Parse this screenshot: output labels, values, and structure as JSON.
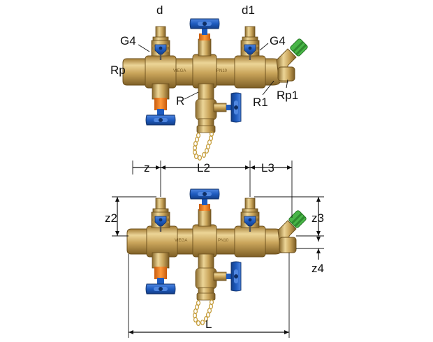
{
  "labels": {
    "top": {
      "d": "d",
      "d1": "d1",
      "g4_left": "G4",
      "g4_right": "G4",
      "rp": "Rp",
      "r": "R",
      "r1": "R1",
      "rp1": "Rp1"
    },
    "bottom": {
      "z": "z",
      "l2": "L2",
      "l3": "L3",
      "z2": "z2",
      "z3": "z3",
      "z4": "z4",
      "l": "L"
    },
    "stamp": "VIEGA"
  },
  "colors": {
    "brass": "#c9a45a",
    "brass_dark": "#8a6a2c",
    "brass_light": "#ecd597",
    "handle_blue": "#1e5bbf",
    "handle_blue_dark": "#143f88",
    "orange": "#f07a1e",
    "green_cap": "#49b648",
    "line": "#111111"
  },
  "icons": {
    "valve_handle": "blue-handwheel-icon",
    "cap": "green-cap-icon",
    "chain": "chain-icon"
  }
}
